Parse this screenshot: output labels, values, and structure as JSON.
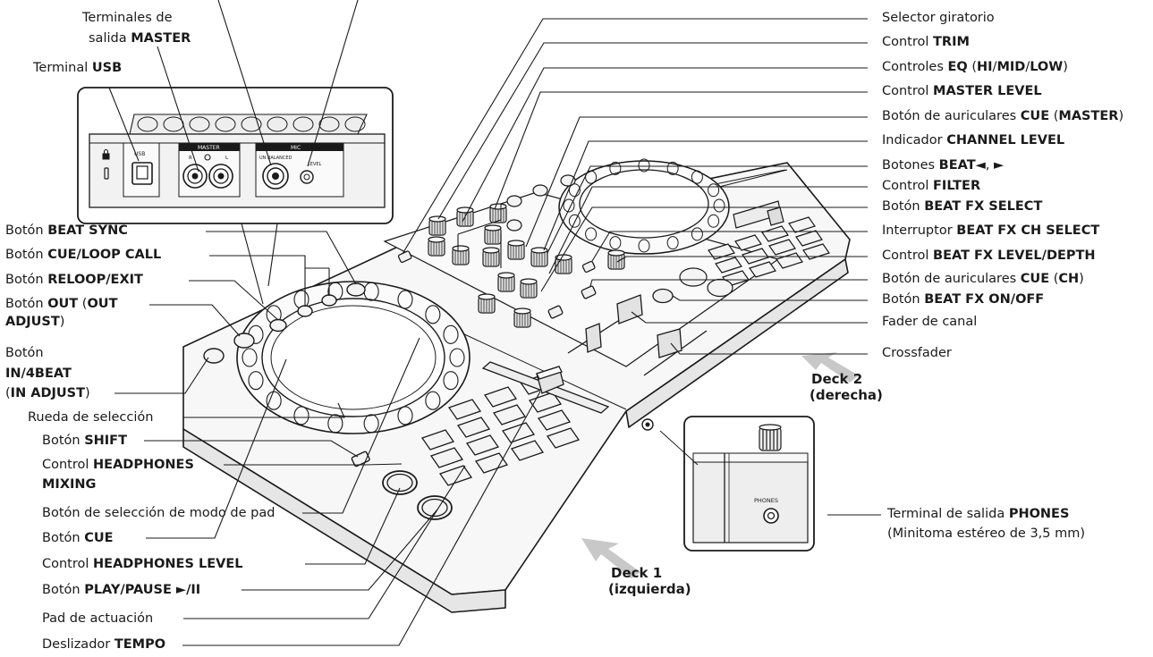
{
  "left_labels": [
    {
      "id": "terminales_master",
      "pre": "Terminales de",
      "line2_pre": "salida ",
      "bold": "MASTER",
      "post": ""
    },
    {
      "id": "usb",
      "pre": "Terminal ",
      "bold": "USB",
      "post": ""
    },
    {
      "id": "beat_sync",
      "pre": "Botón ",
      "bold": "BEAT SYNC",
      "post": ""
    },
    {
      "id": "cue_loop_call",
      "pre": "Botón ",
      "bold": "CUE/LOOP CALL",
      "post": ""
    },
    {
      "id": "reloop_exit",
      "pre": "Botón ",
      "bold": "RELOOP/EXIT",
      "post": ""
    },
    {
      "id": "out",
      "pre": "Botón ",
      "bold": "OUT",
      "post": " (",
      "bold2": "OUT",
      "line2_bold": "ADJUST",
      "line2_post": ")"
    },
    {
      "id": "in_4beat",
      "pre": "Botón",
      "line2_bold": "IN/4BEAT",
      "line3_pre": "(",
      "line3_bold": "IN ADJUST",
      "line3_post": ")"
    },
    {
      "id": "rueda",
      "pre": "Rueda de selección",
      "bold": "",
      "post": ""
    },
    {
      "id": "shift",
      "pre": "Botón ",
      "bold": "SHIFT",
      "post": ""
    },
    {
      "id": "hp_mixing",
      "pre": "Control ",
      "bold": "HEADPHONES",
      "line2_bold": "MIXING"
    },
    {
      "id": "pad_mode",
      "pre": "Botón de selección de modo de pad",
      "bold": "",
      "post": ""
    },
    {
      "id": "cue",
      "pre": "Botón ",
      "bold": "CUE",
      "post": ""
    },
    {
      "id": "hp_level",
      "pre": "Control ",
      "bold": "HEADPHONES LEVEL",
      "post": ""
    },
    {
      "id": "play_pause",
      "pre": "Botón ",
      "bold": "PLAY/PAUSE ►/II",
      "post": ""
    },
    {
      "id": "pad",
      "pre": "Pad de actuación",
      "bold": "",
      "post": ""
    },
    {
      "id": "tempo",
      "pre": "Deslizador ",
      "bold": "TEMPO",
      "post": ""
    }
  ],
  "right_labels": [
    {
      "id": "selector",
      "text": "Selector giratorio"
    },
    {
      "id": "trim",
      "pre": "Control ",
      "bold": "TRIM"
    },
    {
      "id": "eq",
      "pre": "Controles ",
      "bold": "EQ",
      "post": " (",
      "b2": "HI",
      "s2": "/",
      "b3": "MID",
      "s3": "/",
      "b4": "LOW",
      "s4": ")"
    },
    {
      "id": "master_level",
      "pre": "Control ",
      "bold": "MASTER LEVEL"
    },
    {
      "id": "cue_master",
      "pre": "Botón de auriculares ",
      "bold": "CUE",
      "post": " (",
      "b2": "MASTER",
      "s2": ")"
    },
    {
      "id": "channel_level",
      "pre": "Indicador ",
      "bold": "CHANNEL LEVEL"
    },
    {
      "id": "beat_buttons",
      "pre": "Botones ",
      "bold": "BEAT◄",
      "post": ", ",
      "b2": "►"
    },
    {
      "id": "filter",
      "pre": "Control ",
      "bold": "FILTER"
    },
    {
      "id": "fx_select",
      "pre": "Botón ",
      "bold": "BEAT FX SELECT"
    },
    {
      "id": "fx_ch_select",
      "pre": "Interruptor ",
      "bold": "BEAT FX CH SELECT"
    },
    {
      "id": "fx_level",
      "pre": "Control ",
      "bold": "BEAT FX LEVEL/DEPTH"
    },
    {
      "id": "cue_ch",
      "pre": "Botón de auriculares ",
      "bold": "CUE",
      "post": " (",
      "b2": "CH",
      "s2": ")"
    },
    {
      "id": "fx_onoff",
      "pre": "Botón ",
      "bold": "BEAT FX ON/OFF"
    },
    {
      "id": "fader_canal",
      "text": "Fader de canal"
    },
    {
      "id": "crossfader",
      "text": "Crossfader"
    }
  ],
  "phones_label": {
    "pre": "Terminal de salida ",
    "bold": "PHONES",
    "line2": "(Minitoma estéreo de 3,5 mm)"
  },
  "deck2": {
    "line1": "Deck 2",
    "line2": "(derecha)"
  },
  "deck1": {
    "line1": "Deck 1",
    "line2": "(izquierda)"
  },
  "inset_printed": {
    "usb": "USB",
    "master": "MASTER",
    "r": "R",
    "l": "L",
    "mic": "MIC",
    "balanced": "UN BALANCED",
    "level": "LEVEL",
    "phones": "PHONES"
  },
  "colors": {
    "line": "#1a1a1a",
    "arrow": "#c8c8c8",
    "panel": "#f2f2f2"
  }
}
